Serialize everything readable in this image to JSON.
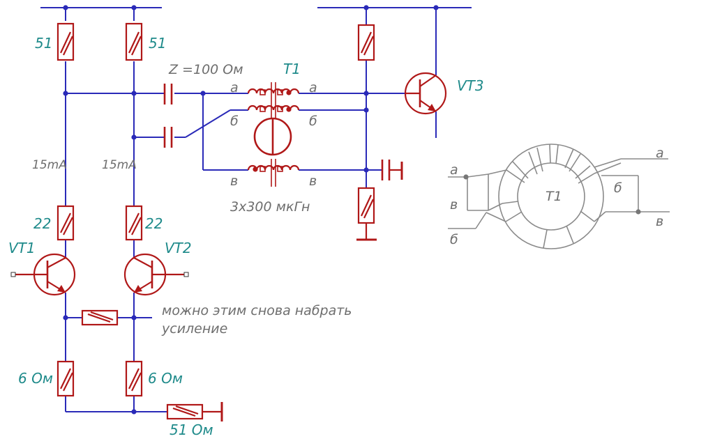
{
  "colors": {
    "wire": "#2a2ab8",
    "component": "#b01818",
    "label": "#1e8a8a",
    "note": "#6e6e6e",
    "toroid": "#8a8a8a"
  },
  "labels": {
    "r1_top": "51",
    "r2_top": "51",
    "impedance": "Z =100 Ом",
    "t1": "T1",
    "wind_a_left": "а",
    "wind_a_right": "а",
    "wind_b_left": "б",
    "wind_b_right": "б",
    "wind_v_left": "в",
    "wind_v_right": "в",
    "inductance": "3х300 мкГн",
    "vt3": "VT3",
    "current_left": "15mA",
    "current_right": "15mA",
    "r1_mid": "22",
    "r2_mid": "22",
    "vt1": "VT1",
    "vt2": "VT2",
    "note_line1": "можно этим  снова набрать",
    "note_line2": "усиление",
    "r1_bot": "6 Ом",
    "r2_bot": "6 Ом",
    "r_emitter": "51 Ом",
    "toroid_name": "T1",
    "toroid_a_left": "а",
    "toroid_v_left": "в",
    "toroid_b_left": "б",
    "toroid_a_right": "а",
    "toroid_b_right": "б",
    "toroid_v_right": "в"
  }
}
